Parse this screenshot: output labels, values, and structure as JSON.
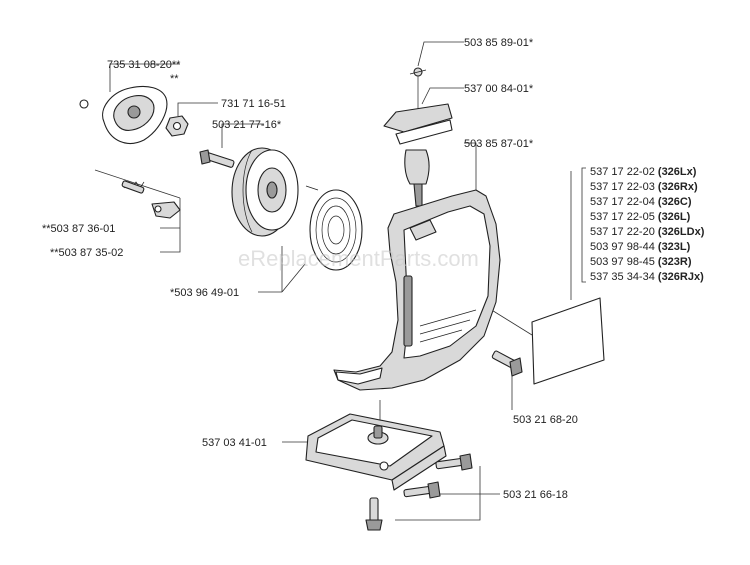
{
  "watermark": "eReplacementParts.com",
  "callouts": {
    "starter_cover_clip": "735 31 08-20**",
    "starter_cover_clip_note": "**",
    "starter_nut": "731 71 16-51",
    "pulley_screw": "503 21 77-16*",
    "pawl_spring": "**503 87 36-01",
    "pawl": "**503 87 35-02",
    "starter_pulley": "*503 96 49-01",
    "rope": "503 85 89-01*",
    "handle": "537 00 84-01*",
    "starter_housing": "503 85 87-01*",
    "housing_screw": "503 21 68-20",
    "base_plate": "537 03 41-01",
    "plate_screws": "503 21 66-18"
  },
  "decals": [
    {
      "number": "537 17 22-02",
      "model": "(326Lx)"
    },
    {
      "number": "537 17 22-03",
      "model": "(326Rx)"
    },
    {
      "number": "537 17 22-04",
      "model": "(326C)"
    },
    {
      "number": "537 17 22-05",
      "model": "(326L)"
    },
    {
      "number": "537 17 22-20",
      "model": "(326LDx)"
    },
    {
      "number": "503 97 98-44",
      "model": "(323L)"
    },
    {
      "number": "503 97 98-45",
      "model": "(323R)"
    },
    {
      "number": "537 35 34-34",
      "model": "(326RJx)"
    }
  ]
}
